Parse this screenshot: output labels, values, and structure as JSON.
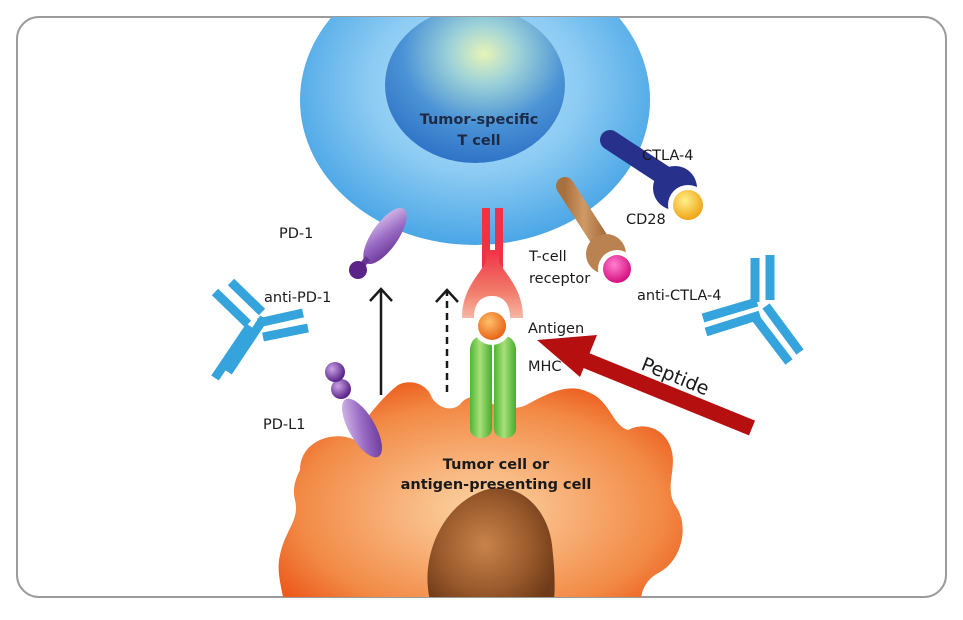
{
  "labels": {
    "t_cell_line1": "Tumor-specific",
    "t_cell_line2": "T cell",
    "ctla4": "CTLA-4",
    "cd28": "CD28",
    "pd1": "PD-1",
    "tcr_line1": "T-cell",
    "tcr_line2": "receptor",
    "anti_pd1": "anti-PD-1",
    "anti_ctla4": "anti-CTLA-4",
    "antigen": "Antigen",
    "mhc": "MHC",
    "peptide": "Peptide",
    "pdl1": "PD-L1",
    "tumor_line1": "Tumor cell or",
    "tumor_line2": "antigen-presenting cell"
  },
  "colors": {
    "t_cell_outer": "#4aa6e6",
    "t_cell_nucleus": "#2f78c8",
    "tumor": "#f06a28",
    "tumor_nucleus": "#8a4a22",
    "antibody": "#35a3dc",
    "ctla4": "#27308a",
    "cd28": "#b98250",
    "pd1": "#7b3fa8",
    "tcr": "#ef3b4a",
    "mhc": "#5cc23e",
    "antigen": "#f07a1e",
    "peptide_arrow": "#b50f10",
    "frame": "#9b9b9b"
  }
}
